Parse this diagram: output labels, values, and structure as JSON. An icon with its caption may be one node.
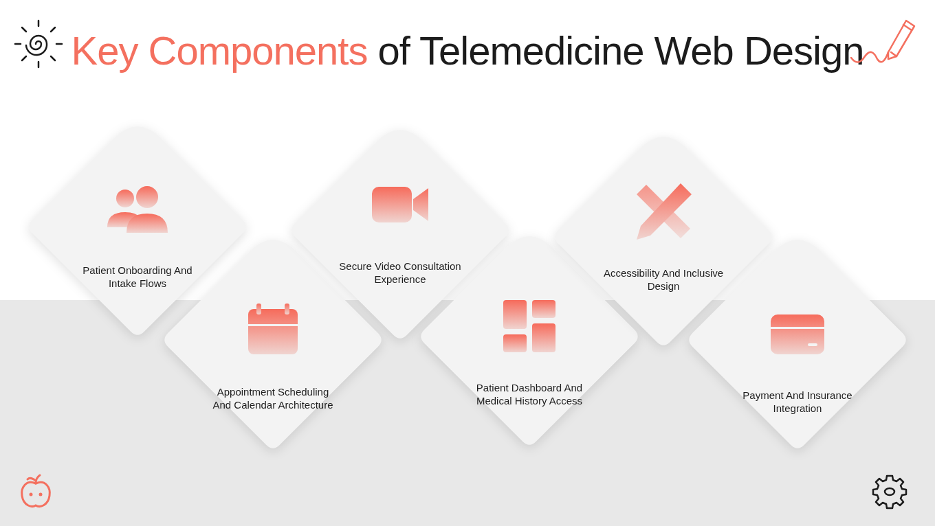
{
  "diagram": {
    "title": "Key Components of Telemedicine Web Design",
    "nodes": [
      {
        "text": [
          "Patient Onboarding And Intake Flows"
        ]
      },
      {
        "text": [
          "Appointment Scheduling And Calendar Architecture"
        ]
      },
      {
        "text": [
          "Secure Video Consultation Experience"
        ]
      },
      {
        "text": [
          "Patient Dashboard And Medical History Access"
        ]
      },
      {
        "text": [
          "Accessibility And Inclusive Design"
        ]
      },
      {
        "text": [
          "Payment And Insurance Integration"
        ]
      }
    ],
    "edges": []
  }
}
